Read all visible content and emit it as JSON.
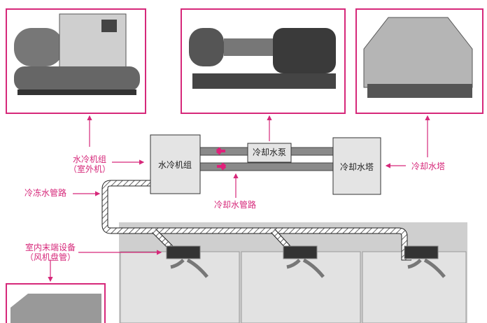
{
  "labels": {
    "chiller_callout_line1": "水冷机组",
    "chiller_callout_line2": "（室外机）",
    "chilled_water_pipe": "冷冻水管路",
    "cooling_water_pipe": "冷却水管路",
    "cooling_tower_callout": "冷却水塔",
    "terminal_line1": "室内末端设备",
    "terminal_line2": "（风机盘管）"
  },
  "boxes": {
    "chiller": "水冷机组",
    "pump": "冷却水泵",
    "tower": "冷却水塔"
  },
  "colors": {
    "accent": "#d6287a",
    "pipe": "#8a8a8a",
    "box": "#e4e4e4"
  }
}
